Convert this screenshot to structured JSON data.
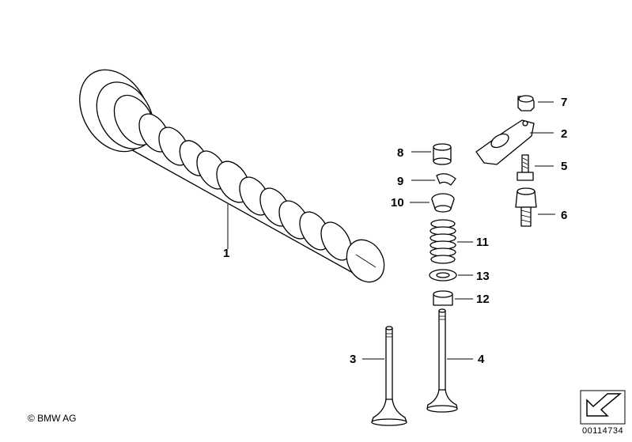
{
  "callouts": [
    {
      "id": "1",
      "label": "1"
    },
    {
      "id": "2",
      "label": "2"
    },
    {
      "id": "3",
      "label": "3"
    },
    {
      "id": "4",
      "label": "4"
    },
    {
      "id": "5",
      "label": "5"
    },
    {
      "id": "6",
      "label": "6"
    },
    {
      "id": "7",
      "label": "7"
    },
    {
      "id": "8",
      "label": "8"
    },
    {
      "id": "9",
      "label": "9"
    },
    {
      "id": "10",
      "label": "10"
    },
    {
      "id": "11",
      "label": "11"
    },
    {
      "id": "12",
      "label": "12"
    },
    {
      "id": "13",
      "label": "13"
    }
  ],
  "footer": {
    "copyright": "© BMW AG",
    "diagram_number": "00114734"
  },
  "icons": [
    "camshaft",
    "rocker-arm",
    "valve",
    "valve-spring",
    "nav-arrow-icon"
  ]
}
